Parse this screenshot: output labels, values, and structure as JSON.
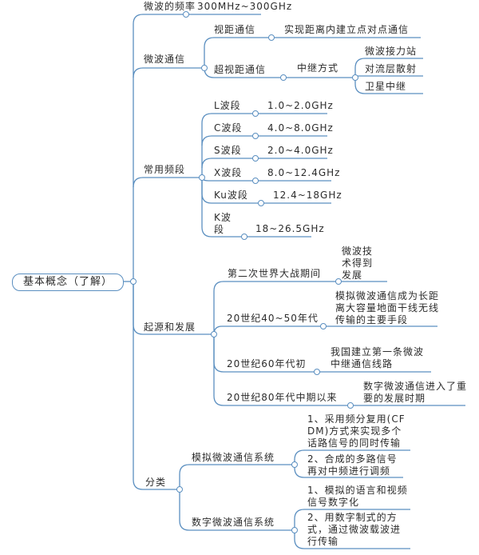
{
  "root": "基本概念（了解）",
  "frequency": {
    "label": "微波的频率",
    "value": "300MHz~300GHz"
  },
  "communication": {
    "label": "微波通信",
    "los": {
      "label": "视距通信",
      "desc": "实现距离内建立点对点通信"
    },
    "beyond": {
      "label": "超视距通信",
      "relay": "中继方式",
      "methods": [
        "微波接力站",
        "对流层散射",
        "卫星中继"
      ]
    }
  },
  "bands": {
    "label": "常用频段",
    "items": [
      {
        "name": "L波段",
        "range": "1.0~2.0GHz"
      },
      {
        "name": "C波段",
        "range": "4.0~8.0GHz"
      },
      {
        "name": "S波段",
        "range": "2.0~4.0GHz"
      },
      {
        "name": "X波段",
        "range": "8.0~12.4GHz"
      },
      {
        "name": "Ku波段",
        "range": "12.4~18GHz"
      },
      {
        "name": "K波段",
        "range": "18~26.5GHz"
      }
    ]
  },
  "history": {
    "label": "起源和发展",
    "items": [
      {
        "period": "第二次世界大战期间",
        "event": "微波技术得到发展"
      },
      {
        "period": "20世纪40~50年代",
        "event": "模拟微波通信成为长距离大容量地面干线无线传输的主要手段"
      },
      {
        "period": "20世纪60年代初",
        "event": "我国建立第一条微波中继通信线路"
      },
      {
        "period": "20世纪80年代中期以来",
        "event": "数字微波通信进入了重要的发展时期"
      }
    ]
  },
  "classification": {
    "label": "分类",
    "analog": {
      "label": "模拟微波通信系统",
      "points": [
        "1、采用频分复用(CFDM)方式来实现多个话路信号的同时传输",
        "2、合成的多路信号再对中频进行调频"
      ]
    },
    "digital": {
      "label": "数字微波通信系统",
      "points": [
        "1、模拟的语言和视频信号数字化",
        "2、用数字制式的方式，通过微波载波进行传输"
      ]
    }
  },
  "colors": {
    "line": "#5b8fc0"
  }
}
